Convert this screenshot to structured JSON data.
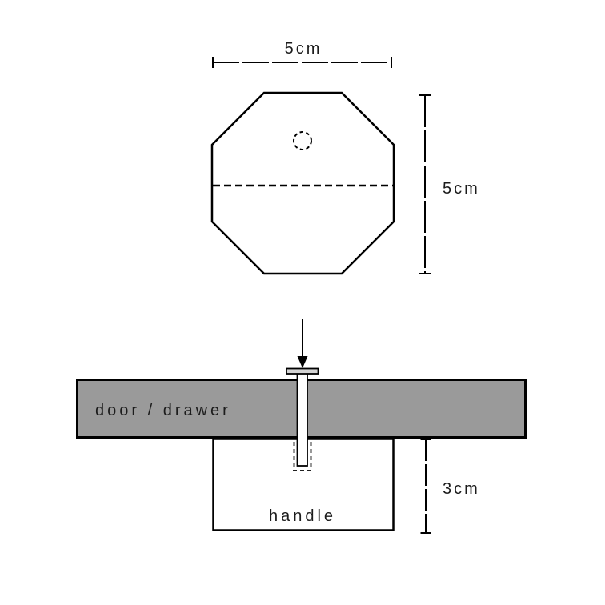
{
  "page": {
    "background": "#ffffff"
  },
  "colors": {
    "line": "#000000",
    "text": "#1c1c1c",
    "door_fill": "#9a9a9a",
    "washer_fill": "#d4d4d4",
    "handle_fill": "#ffffff",
    "octagon_fill": "#ffffff",
    "shaft_fill": "#ffffff"
  },
  "top_view": {
    "width_label": "5cm",
    "height_label": "5cm"
  },
  "side_view": {
    "door_label": "door / drawer",
    "handle_label": "handle",
    "depth_label": "3cm"
  }
}
